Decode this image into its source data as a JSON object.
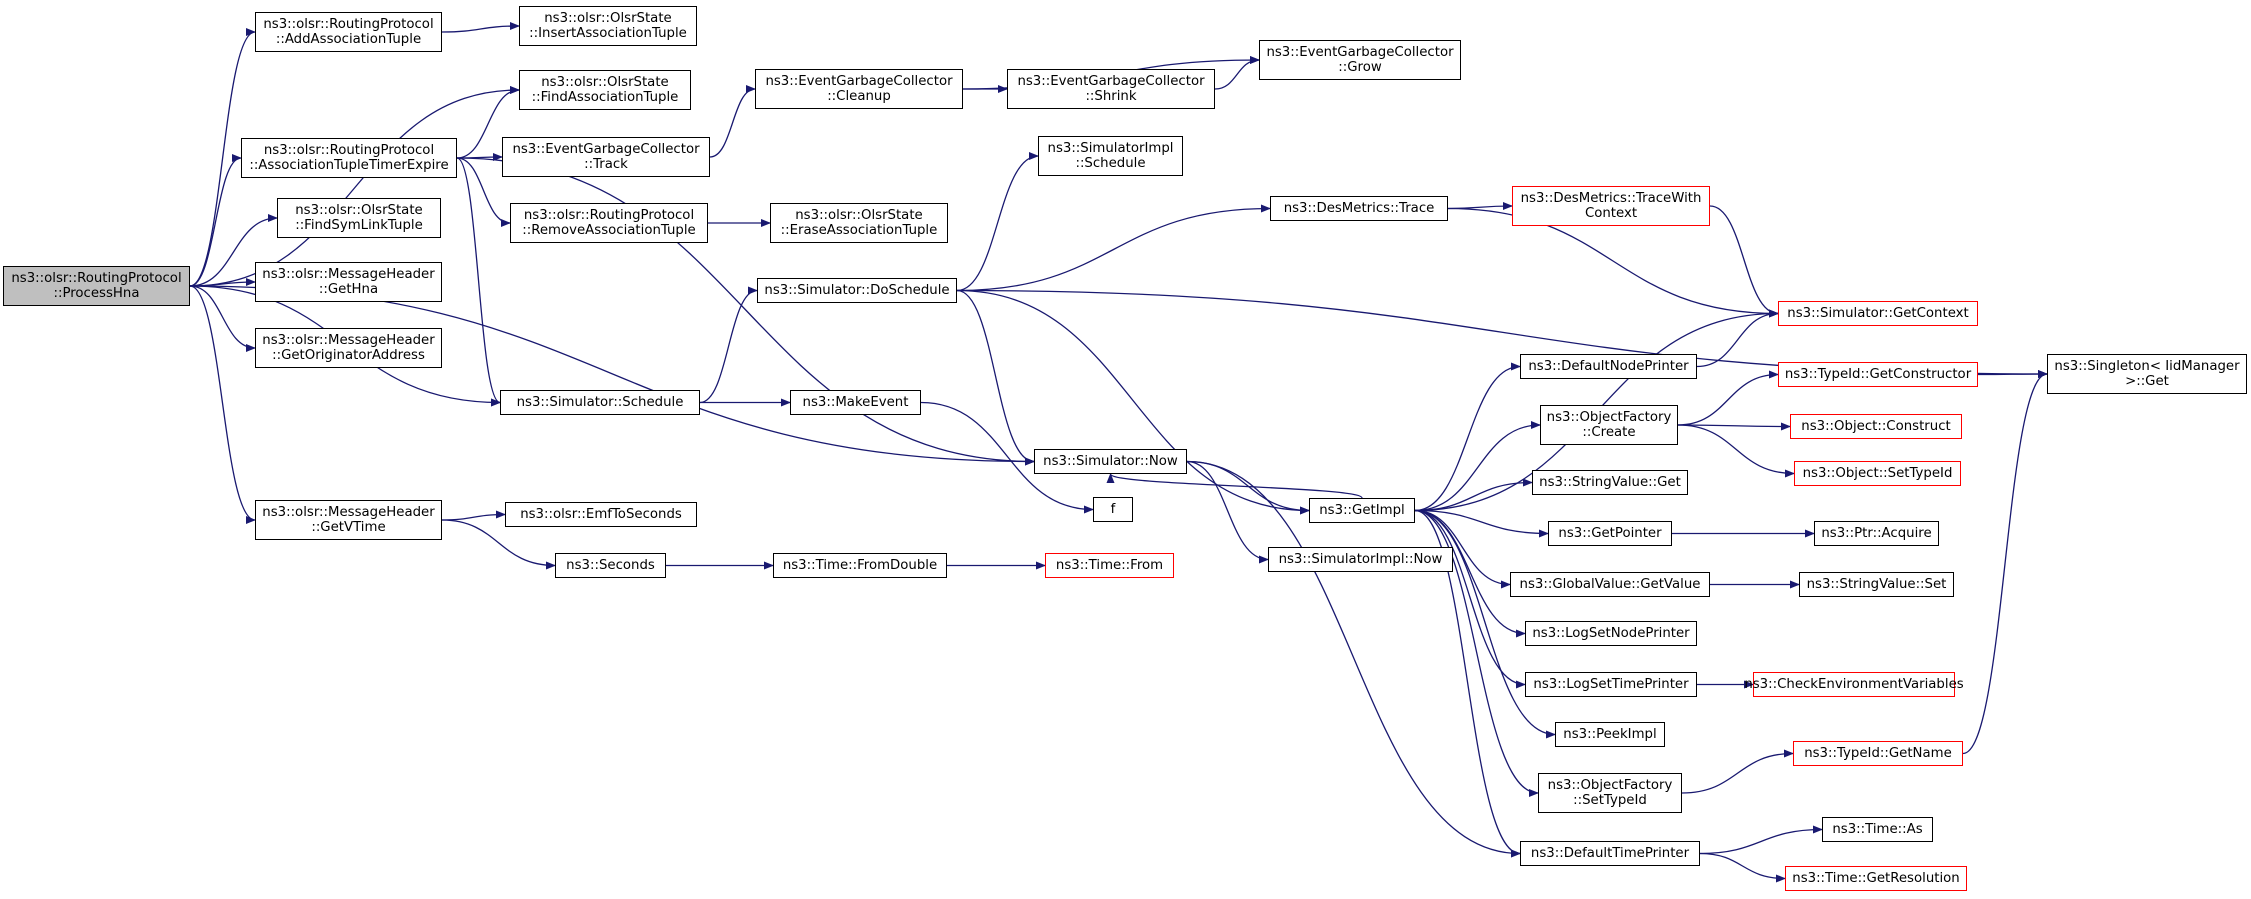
{
  "colors": {
    "edge": "#191970",
    "node_border": "#000000",
    "truncated_border": "#ff0000",
    "root_fill": "#bfbfbf"
  },
  "nodes": [
    {
      "id": "processhna",
      "label": "ns3::olsr::RoutingProtocol\n::ProcessHna",
      "root": true
    },
    {
      "id": "addassoc",
      "label": "ns3::olsr::RoutingProtocol\n::AddAssociationTuple"
    },
    {
      "id": "insertassoc",
      "label": "ns3::olsr::OlsrState\n::InsertAssociationTuple"
    },
    {
      "id": "findassoc",
      "label": "ns3::olsr::OlsrState\n::FindAssociationTuple"
    },
    {
      "id": "assoctimer",
      "label": "ns3::olsr::RoutingProtocol\n::AssociationTupleTimerExpire"
    },
    {
      "id": "findsymlink",
      "label": "ns3::olsr::OlsrState\n::FindSymLinkTuple"
    },
    {
      "id": "gethna",
      "label": "ns3::olsr::MessageHeader\n::GetHna"
    },
    {
      "id": "getorig",
      "label": "ns3::olsr::MessageHeader\n::GetOriginatorAddress"
    },
    {
      "id": "getvtime",
      "label": "ns3::olsr::MessageHeader\n::GetVTime"
    },
    {
      "id": "egctrack",
      "label": "ns3::EventGarbageCollector\n::Track"
    },
    {
      "id": "removeassoc",
      "label": "ns3::olsr::RoutingProtocol\n::RemoveAssociationTuple"
    },
    {
      "id": "eraseassoc",
      "label": "ns3::olsr::OlsrState\n::EraseAssociationTuple"
    },
    {
      "id": "egccleanup",
      "label": "ns3::EventGarbageCollector\n::Cleanup"
    },
    {
      "id": "egcshrink",
      "label": "ns3::EventGarbageCollector\n::Shrink"
    },
    {
      "id": "egcgrow",
      "label": "ns3::EventGarbageCollector\n::Grow"
    },
    {
      "id": "simschedule",
      "label": "ns3::Simulator::Schedule"
    },
    {
      "id": "makeevent",
      "label": "ns3::MakeEvent"
    },
    {
      "id": "simnow",
      "label": "ns3::Simulator::Now"
    },
    {
      "id": "f",
      "label": "f"
    },
    {
      "id": "emftoseconds",
      "label": "ns3::olsr::EmfToSeconds"
    },
    {
      "id": "seconds",
      "label": "ns3::Seconds"
    },
    {
      "id": "fromdouble",
      "label": "ns3::Time::FromDouble"
    },
    {
      "id": "timefrom",
      "label": "ns3::Time::From",
      "red": true
    },
    {
      "id": "doschedule",
      "label": "ns3::Simulator::DoSchedule"
    },
    {
      "id": "simimplschedule",
      "label": "ns3::SimulatorImpl\n::Schedule"
    },
    {
      "id": "desmetricstrace",
      "label": "ns3::DesMetrics::Trace"
    },
    {
      "id": "tracewithcontext",
      "label": "ns3::DesMetrics::TraceWith\nContext",
      "red": true
    },
    {
      "id": "getcontext",
      "label": "ns3::Simulator::GetContext",
      "red": true
    },
    {
      "id": "getimpl",
      "label": "ns3::GetImpl"
    },
    {
      "id": "simimplnow",
      "label": "ns3::SimulatorImpl::Now"
    },
    {
      "id": "defaultnodeprinter",
      "label": "ns3::DefaultNodePrinter"
    },
    {
      "id": "ofcreate",
      "label": "ns3::ObjectFactory\n::Create"
    },
    {
      "id": "getconstructor",
      "label": "ns3::TypeId::GetConstructor",
      "red": true
    },
    {
      "id": "singletonget",
      "label": "ns3::Singleton< IidManager\n>::Get"
    },
    {
      "id": "objconstruct",
      "label": "ns3::Object::Construct",
      "red": true
    },
    {
      "id": "objsettypeid",
      "label": "ns3::Object::SetTypeId",
      "red": true
    },
    {
      "id": "stringvalueget",
      "label": "ns3::StringValue::Get"
    },
    {
      "id": "getpointer",
      "label": "ns3::GetPointer"
    },
    {
      "id": "ptracquire",
      "label": "ns3::Ptr::Acquire"
    },
    {
      "id": "gvgetvalue",
      "label": "ns3::GlobalValue::GetValue"
    },
    {
      "id": "stringvalueset",
      "label": "ns3::StringValue::Set"
    },
    {
      "id": "logsetnodeprinter",
      "label": "ns3::LogSetNodePrinter"
    },
    {
      "id": "logsettimeprinter",
      "label": "ns3::LogSetTimePrinter"
    },
    {
      "id": "checkenv",
      "label": "ns3::CheckEnvironmentVariables",
      "red": true
    },
    {
      "id": "peekimpl",
      "label": "ns3::PeekImpl"
    },
    {
      "id": "ofsettypeid",
      "label": "ns3::ObjectFactory\n::SetTypeId"
    },
    {
      "id": "typeidgetname",
      "label": "ns3::TypeId::GetName",
      "red": true
    },
    {
      "id": "defaulttimeprinter",
      "label": "ns3::DefaultTimePrinter"
    },
    {
      "id": "timeas",
      "label": "ns3::Time::As"
    },
    {
      "id": "getresolution",
      "label": "ns3::Time::GetResolution",
      "red": true
    }
  ],
  "edges": [
    [
      "processhna",
      "addassoc"
    ],
    [
      "processhna",
      "findassoc"
    ],
    [
      "processhna",
      "assoctimer"
    ],
    [
      "processhna",
      "findsymlink"
    ],
    [
      "processhna",
      "gethna"
    ],
    [
      "processhna",
      "getorig"
    ],
    [
      "processhna",
      "simschedule"
    ],
    [
      "processhna",
      "simnow"
    ],
    [
      "processhna",
      "getvtime"
    ],
    [
      "addassoc",
      "insertassoc"
    ],
    [
      "assoctimer",
      "findassoc"
    ],
    [
      "assoctimer",
      "egctrack"
    ],
    [
      "assoctimer",
      "removeassoc"
    ],
    [
      "assoctimer",
      "simschedule"
    ],
    [
      "assoctimer",
      "simnow"
    ],
    [
      "egctrack",
      "egccleanup"
    ],
    [
      "egccleanup",
      "egcshrink"
    ],
    [
      "egccleanup",
      "egcgrow"
    ],
    [
      "egcshrink",
      "egcgrow"
    ],
    [
      "removeassoc",
      "eraseassoc"
    ],
    [
      "simschedule",
      "doschedule"
    ],
    [
      "simschedule",
      "makeevent"
    ],
    [
      "makeevent",
      "f"
    ],
    [
      "getvtime",
      "emftoseconds"
    ],
    [
      "getvtime",
      "seconds"
    ],
    [
      "seconds",
      "fromdouble"
    ],
    [
      "fromdouble",
      "timefrom"
    ],
    [
      "doschedule",
      "simimplschedule"
    ],
    [
      "doschedule",
      "desmetricstrace"
    ],
    [
      "doschedule",
      "singletonget"
    ],
    [
      "doschedule",
      "simnow"
    ],
    [
      "doschedule",
      "getimpl"
    ],
    [
      "desmetricstrace",
      "tracewithcontext"
    ],
    [
      "desmetricstrace",
      "getcontext"
    ],
    [
      "tracewithcontext",
      "getcontext"
    ],
    [
      "simnow",
      "getimpl"
    ],
    [
      "simnow",
      "simimplnow"
    ],
    [
      "simnow",
      "defaulttimeprinter"
    ],
    [
      "getimpl",
      "getcontext"
    ],
    [
      "getimpl",
      "defaultnodeprinter"
    ],
    [
      "getimpl",
      "ofcreate"
    ],
    [
      "getimpl",
      "stringvalueget"
    ],
    [
      "getimpl",
      "getpointer"
    ],
    [
      "getimpl",
      "gvgetvalue"
    ],
    [
      "getimpl",
      "logsetnodeprinter"
    ],
    [
      "getimpl",
      "logsettimeprinter"
    ],
    [
      "getimpl",
      "peekimpl"
    ],
    [
      "getimpl",
      "ofsettypeid"
    ],
    [
      "getimpl",
      "defaulttimeprinter"
    ],
    [
      "getimpl",
      "simnow"
    ],
    [
      "defaultnodeprinter",
      "getcontext"
    ],
    [
      "ofcreate",
      "getconstructor"
    ],
    [
      "ofcreate",
      "objconstruct"
    ],
    [
      "ofcreate",
      "objsettypeid"
    ],
    [
      "getconstructor",
      "singletonget"
    ],
    [
      "getpointer",
      "ptracquire"
    ],
    [
      "gvgetvalue",
      "stringvalueset"
    ],
    [
      "logsettimeprinter",
      "checkenv"
    ],
    [
      "ofsettypeid",
      "typeidgetname"
    ],
    [
      "typeidgetname",
      "singletonget"
    ],
    [
      "defaulttimeprinter",
      "timeas"
    ],
    [
      "defaulttimeprinter",
      "getresolution"
    ]
  ]
}
